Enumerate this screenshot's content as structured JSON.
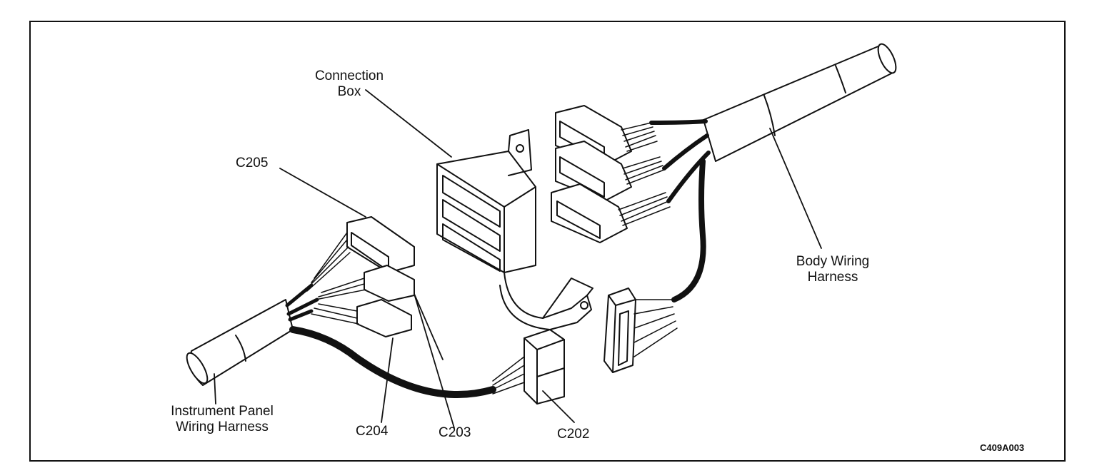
{
  "labels": {
    "connection_box_line1": "Connection",
    "connection_box_line2": "Box",
    "c205": "C205",
    "c204": "C204",
    "c203": "C203",
    "c202": "C202",
    "instrument_panel_line1": "Instrument Panel",
    "instrument_panel_line2": "Wiring Harness",
    "body_wiring_line1": "Body Wiring",
    "body_wiring_line2": "Harness"
  },
  "figure_code": "C409A003"
}
